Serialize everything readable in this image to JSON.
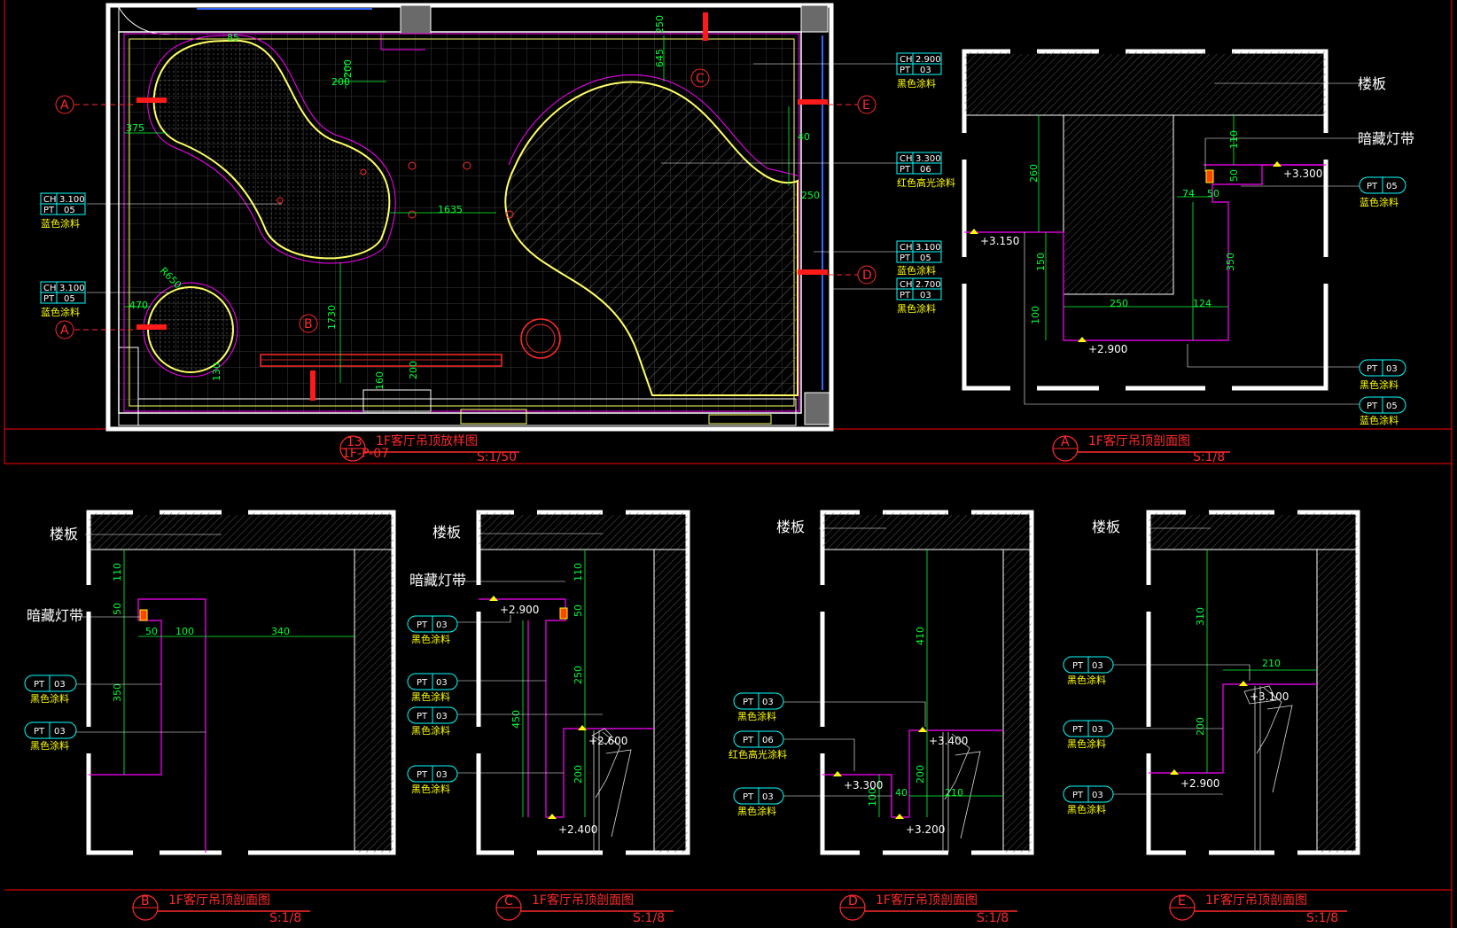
{
  "drawing": {
    "colors": {
      "background": "#000000",
      "frame": "#ff0000",
      "wall": "#ffffff",
      "dimension": "#00ff33",
      "ceiling_edge": "#ffff66",
      "magenta": "#ff00ff",
      "tag": "#00ffff",
      "grid": "#5a5a5a"
    },
    "plan": {
      "title": "1F客厅吊顶放样图",
      "number": "13",
      "sheet_ref": "1F-P-07",
      "scale": "S:1/50",
      "section_marks": [
        "A",
        "A",
        "B",
        "C",
        "D",
        "E"
      ],
      "dims": [
        "85",
        "200",
        "200",
        "375",
        "1635",
        "470",
        "R650",
        "1730",
        "130",
        "160",
        "200",
        "250",
        "645",
        "40",
        "250"
      ],
      "tags": [
        {
          "code1": "CH",
          "val1": "2.900",
          "code2": "PT",
          "val2": "03",
          "note": "黑色涂料"
        },
        {
          "code1": "CH",
          "val1": "3.300",
          "code2": "PT",
          "val2": "06",
          "note": "红色高光涂料"
        },
        {
          "code1": "CH",
          "val1": "3.100",
          "code2": "PT",
          "val2": "05",
          "note": "蓝色涂料"
        },
        {
          "code1": "CH",
          "val1": "3.100",
          "code2": "PT",
          "val2": "05",
          "note": "蓝色涂料"
        },
        {
          "code1": "CH",
          "val1": "3.100",
          "code2": "PT",
          "val2": "05",
          "note": "蓝色涂料"
        },
        {
          "code1": "CH",
          "val1": "2.700",
          "code2": "PT",
          "val2": "03",
          "note": "黑色涂料"
        }
      ]
    },
    "section_a": {
      "mark": "A",
      "title": "1F客厅吊顶剖面图",
      "scale": "S:1/8",
      "slab": "楼板",
      "strip": "暗藏灯带",
      "levels": [
        "+3.300",
        "+3.150",
        "+2.900"
      ],
      "dims": [
        "110",
        "50",
        "50",
        "74",
        "260",
        "150",
        "350",
        "100",
        "250",
        "124"
      ],
      "tags": [
        {
          "code": "PT",
          "val": "05",
          "note": "蓝色涂料"
        },
        {
          "code": "PT",
          "val": "03",
          "note": "黑色涂料"
        },
        {
          "code": "PT",
          "val": "05",
          "note": "蓝色涂料"
        }
      ]
    },
    "section_b": {
      "mark": "B",
      "title": "1F客厅吊顶剖面图",
      "scale": "S:1/8",
      "slab": "楼板",
      "strip": "暗藏灯带",
      "dims": [
        "110",
        "50",
        "50",
        "100",
        "340",
        "350"
      ],
      "tags": [
        {
          "code": "PT",
          "val": "03",
          "note": "黑色涂料"
        },
        {
          "code": "PT",
          "val": "03",
          "note": "黑色涂料"
        }
      ]
    },
    "section_c": {
      "mark": "C",
      "title": "1F客厅吊顶剖面图",
      "scale": "S:1/8",
      "slab": "楼板",
      "strip": "暗藏灯带",
      "levels": [
        "+2.900",
        "+2.600",
        "+2.400"
      ],
      "dims": [
        "110",
        "50",
        "250",
        "450",
        "200"
      ],
      "tags": [
        {
          "code": "PT",
          "val": "03",
          "note": "黑色涂料"
        },
        {
          "code": "PT",
          "val": "03",
          "note": "黑色涂料"
        },
        {
          "code": "PT",
          "val": "03",
          "note": "黑色涂料"
        },
        {
          "code": "PT",
          "val": "03",
          "note": "黑色涂料"
        }
      ]
    },
    "section_d": {
      "mark": "D",
      "title": "1F客厅吊顶剖面图",
      "scale": "S:1/8",
      "slab": "楼板",
      "levels": [
        "+3.400",
        "+3.300",
        "+3.200"
      ],
      "dims": [
        "410",
        "200",
        "100",
        "40",
        "210"
      ],
      "tags": [
        {
          "code": "PT",
          "val": "03",
          "note": "黑色涂料"
        },
        {
          "code": "PT",
          "val": "06",
          "note": "红色高光涂料"
        },
        {
          "code": "PT",
          "val": "03",
          "note": "黑色涂料"
        }
      ]
    },
    "section_e": {
      "mark": "E",
      "title": "1F客厅吊顶剖面图",
      "scale": "S:1/8",
      "slab": "楼板",
      "levels": [
        "+3.100",
        "+2.900"
      ],
      "dims": [
        "310",
        "210",
        "200"
      ],
      "tags": [
        {
          "code": "PT",
          "val": "03",
          "note": "黑色涂料"
        },
        {
          "code": "PT",
          "val": "03",
          "note": "黑色涂料"
        },
        {
          "code": "PT",
          "val": "03",
          "note": "黑色涂料"
        }
      ]
    }
  }
}
